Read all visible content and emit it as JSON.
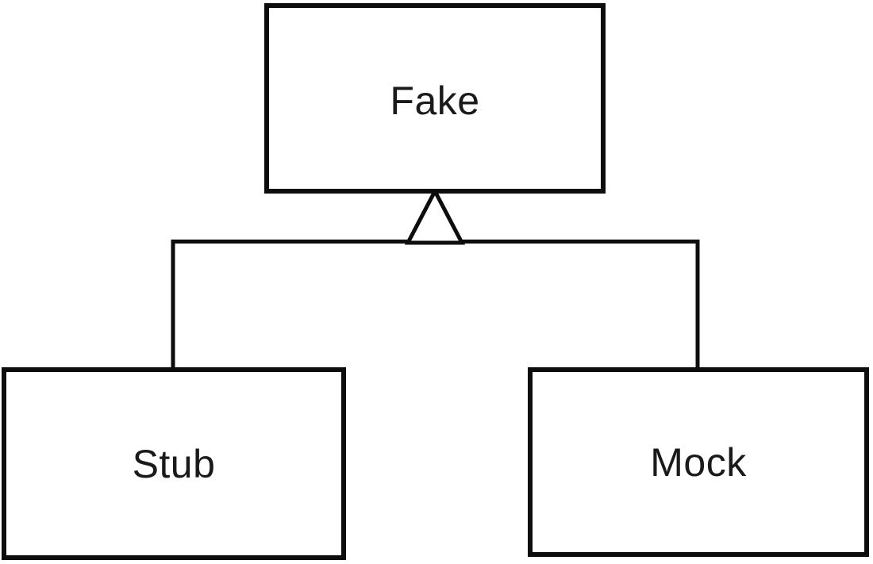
{
  "diagram": {
    "kind": "uml-generalization-hierarchy",
    "nodes": {
      "fake": {
        "label": "Fake",
        "role": "parent"
      },
      "stub": {
        "label": "Stub",
        "role": "child"
      },
      "mock": {
        "label": "Mock",
        "role": "child"
      }
    },
    "edges": [
      {
        "from": "Stub",
        "to": "Fake",
        "type": "generalization"
      },
      {
        "from": "Mock",
        "to": "Fake",
        "type": "generalization"
      }
    ],
    "colors": {
      "stroke": "#0d0d0d",
      "node_fill": "#ffffff",
      "text": "#1a1a1a",
      "background": "#ffffff"
    }
  }
}
